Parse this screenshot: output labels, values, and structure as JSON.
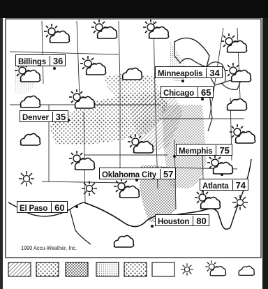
{
  "cities": [
    {
      "id": "billings",
      "name": "Billings",
      "temp": "36"
    },
    {
      "id": "minneapolis",
      "name": "Minneapolis",
      "temp": "34"
    },
    {
      "id": "chicago",
      "name": "Chicago",
      "temp": "65"
    },
    {
      "id": "denver",
      "name": "Denver",
      "temp": "35"
    },
    {
      "id": "memphis",
      "name": "Memphis",
      "temp": "75"
    },
    {
      "id": "oklahoma-city",
      "name": "Oklahoma City",
      "temp": "57"
    },
    {
      "id": "atlanta",
      "name": "Atlanta",
      "temp": "74"
    },
    {
      "id": "el-paso",
      "name": "El Paso",
      "temp": "60"
    },
    {
      "id": "houston",
      "name": "Houston",
      "temp": "80"
    }
  ],
  "copyright": "1990 Accu-Weather, Inc.",
  "colors": {
    "ink": "#111111",
    "paper": "#ffffff",
    "stipple": "#555555"
  }
}
